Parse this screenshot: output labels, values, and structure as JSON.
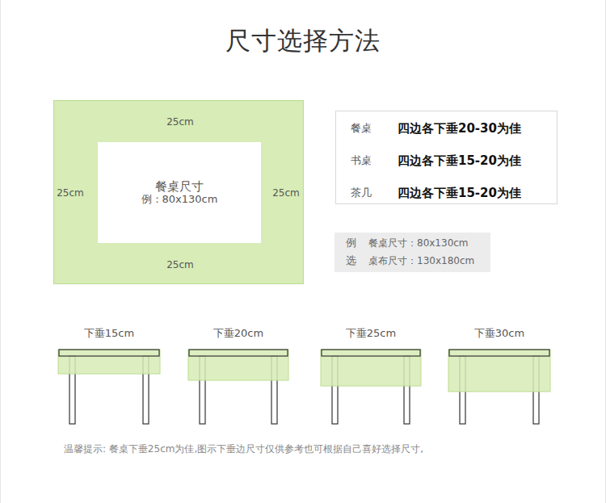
{
  "diagram": {
    "title": "尺寸选择方法",
    "caption": "温馨提示: 餐桌下垂25cm为佳,图示下垂边尺寸仅供参考也可根据自己喜好选择尺寸,",
    "nodes": [
      {
        "text": [
          "25cm",
          "25cm",
          "25cm",
          "25cm"
        ]
      },
      {
        "text": [
          "餐桌尺寸",
          "例：80x130cm"
        ],
        "in": 0
      },
      {
        "text": [
          "餐桌",
          "四边各下垂20-30为佳",
          "书桌",
          "四边各下垂15-20为佳",
          "茶几",
          "四边各下垂15-20为佳"
        ]
      },
      {
        "text": [
          "例",
          "餐桌尺寸：80x130cm",
          "选",
          "桌布尺寸：130x180cm"
        ]
      }
    ],
    "labels": [
      "下垂15cm",
      "下垂20cm",
      "下垂25cm",
      "下垂30cm"
    ]
  }
}
